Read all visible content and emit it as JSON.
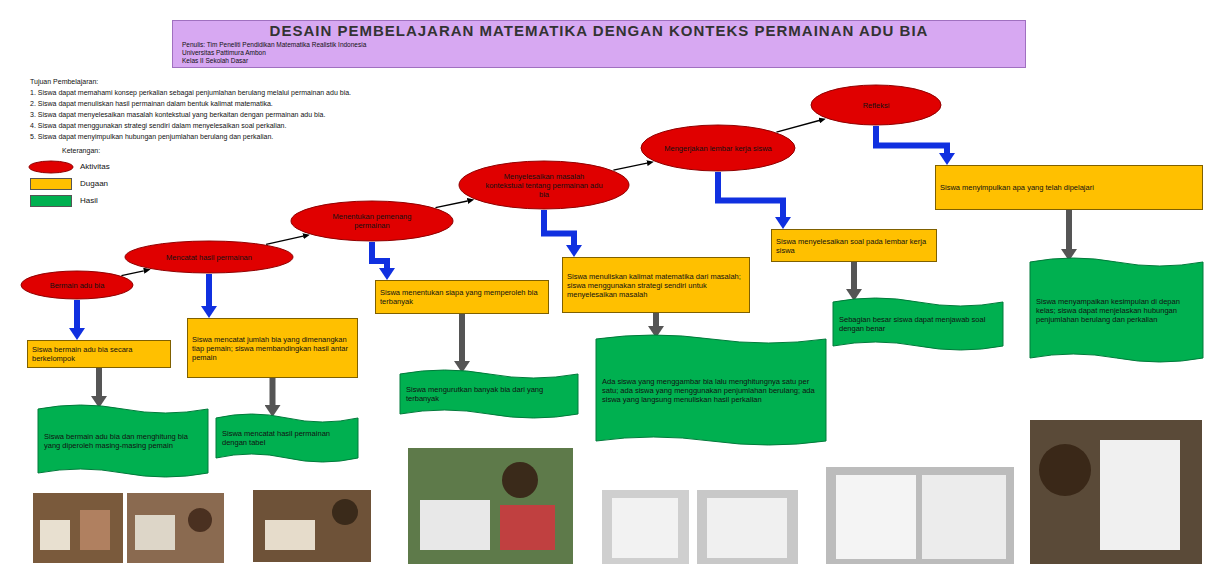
{
  "diagram": {
    "title": "DESAIN PEMBELAJARAN MATEMATIKA DENGAN KONTEKS PERMAINAN ADU BIA",
    "nodes": [
      {
        "text": [
          "Bermain adu bia"
        ]
      },
      {
        "text": [
          "Siswa bermain adu bia secara berkelompok"
        ]
      },
      {
        "text": [
          "Siswa bermain adu bia dan menghitung bia yang diperoleh masing-masing pemain"
        ]
      },
      {
        "text": [
          "Mencatat hasil permainan"
        ]
      },
      {
        "text": [
          "Siswa mencatat jumlah bia yang dimenangkan tiap pemain; siswa membandingkan hasil antar pemain"
        ]
      },
      {
        "text": [
          "Siswa mencatat hasil permainan dengan tabel"
        ]
      },
      {
        "text": [
          "Menentukan pemenang permainan"
        ]
      },
      {
        "text": [
          "Siswa menentukan siapa yang memperoleh bia terbanyak"
        ]
      },
      {
        "text": [
          "Siswa mengurutkan banyak bia dari yang terbanyak"
        ]
      },
      {
        "text": [
          "Menyelesaikan masalah kontekstual tentang permainan adu bia"
        ]
      },
      {
        "text": [
          "Siswa menuliskan kalimat matematika dari masalah; siswa menggunakan strategi sendiri untuk menyelesaikan masalah"
        ]
      },
      {
        "text": [
          "Ada siswa yang menggambar bia lalu menghitungnya satu per satu; ada siswa yang menggunakan penjumlahan berulang; ada siswa yang langsung menuliskan hasil perkalian"
        ]
      },
      {
        "text": [
          "Mengerjakan lembar kerja siswa"
        ]
      },
      {
        "text": [
          "Siswa menyelesaikan soal pada lembar kerja siswa"
        ]
      },
      {
        "text": [
          "Sebagian besar siswa dapat menjawab soal dengan benar"
        ]
      },
      {
        "text": [
          "Refleksi"
        ]
      },
      {
        "text": [
          "Siswa menyimpulkan apa yang telah dipelajari"
        ]
      },
      {
        "text": [
          "Siswa menyampaikan kesimpulan di depan kelas; siswa dapat menjelaskan hubungan penjumlahan berulang dan perkalian"
        ]
      }
    ],
    "edges": [
      {
        "from": 0,
        "to": 3,
        "arrow": "to"
      },
      {
        "from": 3,
        "to": 6,
        "arrow": "to"
      },
      {
        "from": 6,
        "to": 9,
        "arrow": "to"
      },
      {
        "from": 9,
        "to": 12,
        "arrow": "to"
      },
      {
        "from": 12,
        "to": 15,
        "arrow": "to"
      },
      {
        "from": 0,
        "to": 1,
        "arrow": "to"
      },
      {
        "from": 1,
        "to": 2,
        "arrow": "to"
      },
      {
        "from": 3,
        "to": 4,
        "arrow": "to"
      },
      {
        "from": 4,
        "to": 5,
        "arrow": "to"
      },
      {
        "from": 6,
        "to": 7,
        "arrow": "to"
      },
      {
        "from": 7,
        "to": 8,
        "arrow": "to"
      },
      {
        "from": 9,
        "to": 10,
        "arrow": "to"
      },
      {
        "from": 10,
        "to": 11,
        "arrow": "to"
      },
      {
        "from": 12,
        "to": 13,
        "arrow": "to"
      },
      {
        "from": 13,
        "to": 14,
        "arrow": "to"
      },
      {
        "from": 15,
        "to": 16,
        "arrow": "to"
      },
      {
        "from": 16,
        "to": 17,
        "arrow": "to"
      }
    ],
    "labels": [
      "Penulis: Tim Peneliti Pendidikan Matematika Realistik Indonesia",
      "Universitas Pattimura Ambon",
      "Kelas II Sekolah Dasar",
      "Tujuan Pembelajaran:",
      "1. Siswa dapat memahami konsep perkalian sebagai penjumlahan berulang melalui permainan adu bia.",
      "2. Siswa dapat menuliskan hasil permainan dalam bentuk kalimat matematika.",
      "3. Siswa dapat menyelesaikan masalah kontekstual yang berkaitan dengan permainan adu bia.",
      "4. Siswa dapat menggunakan strategi sendiri dalam menyelesaikan soal perkalian.",
      "5. Siswa dapat menyimpulkan hubungan penjumlahan berulang dan perkalian.",
      "Keterangan:"
    ],
    "legend": [
      {
        "text": "Aktivitas",
        "color": "#e00000"
      },
      {
        "text": "Dugaan",
        "color": "#ffc000"
      },
      {
        "text": "Hasil",
        "color": "#00b050"
      }
    ]
  }
}
